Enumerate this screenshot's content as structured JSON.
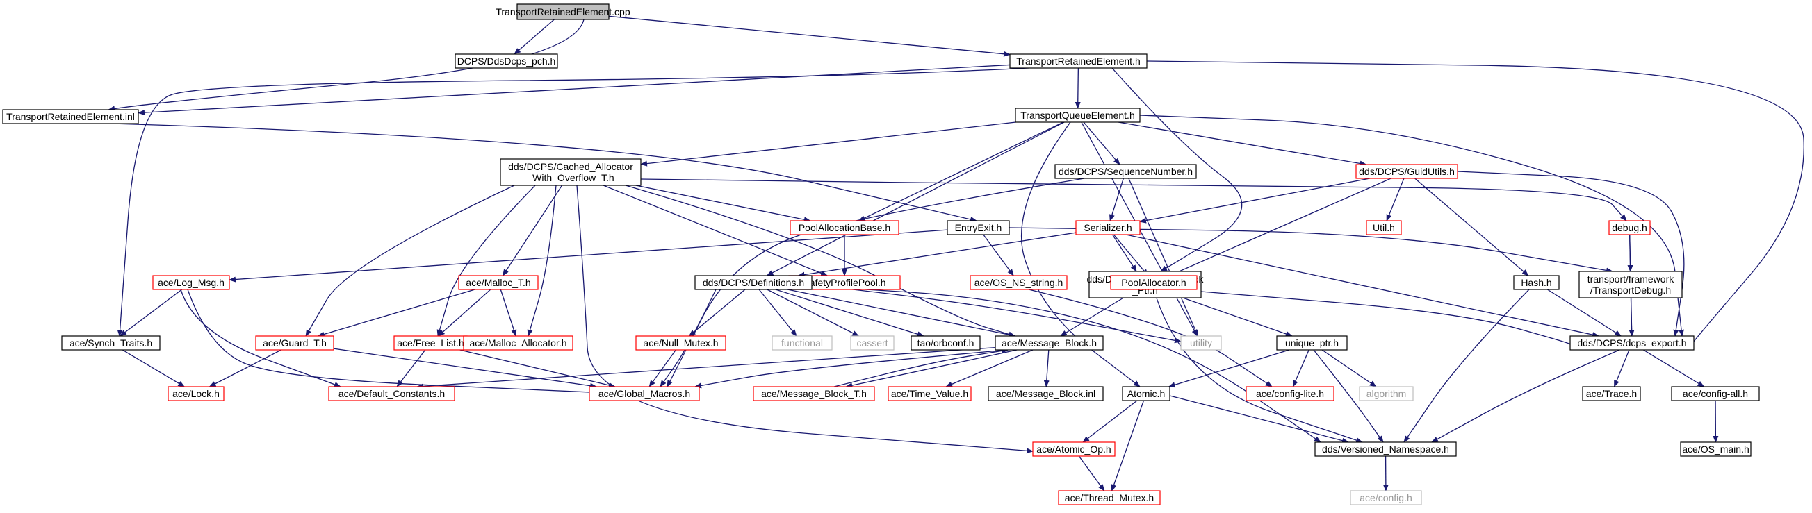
{
  "colors": {
    "edge": "#191970",
    "border_normal": "#000000",
    "border_truncated": "#ff0000",
    "border_system": "#bfbfbf",
    "root_fill": "#bfbfbf",
    "text": "#000000",
    "text_system": "#999999"
  },
  "nodes": {
    "root": {
      "label": "TransportRetainedElement.cpp",
      "kind": "root"
    },
    "ddsdcps_pch": {
      "label": "DCPS/DdsDcps_pch.h",
      "kind": "normal"
    },
    "tre_h": {
      "label": "TransportRetainedElement.h",
      "kind": "normal"
    },
    "tre_inl": {
      "label": "TransportRetainedElement.inl",
      "kind": "normal"
    },
    "tqe_h": {
      "label": "TransportQueueElement.h",
      "kind": "normal"
    },
    "cached_alloc": {
      "label": [
        "dds/DCPS/Cached_Allocator",
        "_With_Overflow_T.h"
      ],
      "kind": "normal"
    },
    "seqnum": {
      "label": "dds/DCPS/SequenceNumber.h",
      "kind": "normal"
    },
    "guidutils": {
      "label": "dds/DCPS/GuidUtils.h",
      "kind": "truncated"
    },
    "poolallocbase": {
      "label": "PoolAllocationBase.h",
      "kind": "truncated"
    },
    "entryexit": {
      "label": "EntryExit.h",
      "kind": "normal"
    },
    "serializer": {
      "label": "Serializer.h",
      "kind": "truncated"
    },
    "util": {
      "label": "Util.h",
      "kind": "truncated"
    },
    "debug": {
      "label": "debug.h",
      "kind": "truncated"
    },
    "log_msg": {
      "label": "ace/Log_Msg.h",
      "kind": "truncated"
    },
    "malloc_t": {
      "label": "ace/Malloc_T.h",
      "kind": "truncated"
    },
    "safetyprofilepool": {
      "label": "SafetyProfilePool.h",
      "kind": "truncated"
    },
    "definitions": {
      "label": "dds/DCPS/Definitions.h",
      "kind": "normal"
    },
    "os_ns_string": {
      "label": "ace/OS_NS_string.h",
      "kind": "truncated"
    },
    "message_block_ptr": {
      "label": [
        "dds/DCPS/Message_Block",
        "_Ptr.h"
      ],
      "kind": "normal"
    },
    "poolallocator": {
      "label": "PoolAllocator.h",
      "kind": "truncated"
    },
    "hash": {
      "label": "Hash.h",
      "kind": "normal"
    },
    "transportdebug": {
      "label": [
        "transport/framework",
        "/TransportDebug.h"
      ],
      "kind": "normal"
    },
    "synch_traits": {
      "label": "ace/Synch_Traits.h",
      "kind": "normal"
    },
    "guard_t": {
      "label": "ace/Guard_T.h",
      "kind": "truncated"
    },
    "free_list": {
      "label": "ace/Free_List.h",
      "kind": "truncated"
    },
    "malloc_allocator": {
      "label": "ace/Malloc_Allocator.h",
      "kind": "truncated"
    },
    "null_mutex": {
      "label": "ace/Null_Mutex.h",
      "kind": "truncated"
    },
    "functional": {
      "label": "functional",
      "kind": "system"
    },
    "cassert": {
      "label": "cassert",
      "kind": "system"
    },
    "orbconf": {
      "label": "tao/orbconf.h",
      "kind": "normal"
    },
    "message_block": {
      "label": "ace/Message_Block.h",
      "kind": "normal"
    },
    "utility": {
      "label": "utility",
      "kind": "system"
    },
    "unique_ptr": {
      "label": "unique_ptr.h",
      "kind": "normal"
    },
    "dcps_export": {
      "label": "dds/DCPS/dcps_export.h",
      "kind": "normal"
    },
    "lock": {
      "label": "ace/Lock.h",
      "kind": "truncated"
    },
    "default_constants": {
      "label": "ace/Default_Constants.h",
      "kind": "truncated"
    },
    "global_macros": {
      "label": "ace/Global_Macros.h",
      "kind": "truncated"
    },
    "message_block_t": {
      "label": "ace/Message_Block_T.h",
      "kind": "truncated"
    },
    "time_value": {
      "label": "ace/Time_Value.h",
      "kind": "truncated"
    },
    "message_block_inl": {
      "label": "ace/Message_Block.inl",
      "kind": "normal"
    },
    "atomic": {
      "label": "Atomic.h",
      "kind": "normal"
    },
    "config_lite": {
      "label": "ace/config-lite.h",
      "kind": "truncated"
    },
    "algorithm": {
      "label": "algorithm",
      "kind": "system"
    },
    "trace": {
      "label": "ace/Trace.h",
      "kind": "normal"
    },
    "config_all": {
      "label": "ace/config-all.h",
      "kind": "normal"
    },
    "atomic_op": {
      "label": "ace/Atomic_Op.h",
      "kind": "truncated"
    },
    "versioned_ns": {
      "label": "dds/Versioned_Namespace.h",
      "kind": "normal"
    },
    "os_main": {
      "label": "ace/OS_main.h",
      "kind": "normal"
    },
    "thread_mutex": {
      "label": "ace/Thread_Mutex.h",
      "kind": "truncated"
    },
    "config_h": {
      "label": "ace/config.h",
      "kind": "system"
    }
  },
  "edges": [
    [
      "root",
      "ddsdcps_pch"
    ],
    [
      "root",
      "tre_h"
    ],
    [
      "root",
      "tre_inl"
    ],
    [
      "tre_h",
      "tre_inl"
    ],
    [
      "tre_h",
      "synch_traits"
    ],
    [
      "tre_h",
      "tqe_h"
    ],
    [
      "tre_h",
      "message_block_ptr"
    ],
    [
      "tre_h",
      "dcps_export"
    ],
    [
      "tre_inl",
      "entryexit"
    ],
    [
      "tqe_h",
      "cached_alloc"
    ],
    [
      "tqe_h",
      "seqnum"
    ],
    [
      "tqe_h",
      "guidutils"
    ],
    [
      "tqe_h",
      "poolallocbase"
    ],
    [
      "tqe_h",
      "definitions"
    ],
    [
      "tqe_h",
      "utility"
    ],
    [
      "tqe_h",
      "atomic"
    ],
    [
      "tqe_h",
      "dcps_export"
    ],
    [
      "cached_alloc",
      "poolallocbase"
    ],
    [
      "cached_alloc",
      "safetyprofilepool"
    ],
    [
      "cached_alloc",
      "debug"
    ],
    [
      "cached_alloc",
      "malloc_t"
    ],
    [
      "cached_alloc",
      "guard_t"
    ],
    [
      "cached_alloc",
      "free_list"
    ],
    [
      "cached_alloc",
      "malloc_allocator"
    ],
    [
      "cached_alloc",
      "message_block"
    ],
    [
      "cached_alloc",
      "atomic_op"
    ],
    [
      "seqnum",
      "serializer"
    ],
    [
      "seqnum",
      "global_macros"
    ],
    [
      "seqnum",
      "utility"
    ],
    [
      "guidutils",
      "serializer"
    ],
    [
      "guidutils",
      "util"
    ],
    [
      "guidutils",
      "poolallocator"
    ],
    [
      "guidutils",
      "hash"
    ],
    [
      "guidutils",
      "dcps_export"
    ],
    [
      "poolallocbase",
      "safetyprofilepool"
    ],
    [
      "entryexit",
      "log_msg"
    ],
    [
      "entryexit",
      "os_ns_string"
    ],
    [
      "entryexit",
      "transportdebug"
    ],
    [
      "serializer",
      "definitions"
    ],
    [
      "serializer",
      "message_block_ptr"
    ],
    [
      "serializer",
      "poolallocator"
    ],
    [
      "serializer",
      "dcps_export"
    ],
    [
      "debug",
      "transportdebug"
    ],
    [
      "debug",
      "dcps_export"
    ],
    [
      "log_msg",
      "synch_traits"
    ],
    [
      "log_msg",
      "default_constants"
    ],
    [
      "log_msg",
      "global_macros"
    ],
    [
      "malloc_t",
      "guard_t"
    ],
    [
      "malloc_t",
      "free_list"
    ],
    [
      "malloc_t",
      "malloc_allocator"
    ],
    [
      "definitions",
      "null_mutex"
    ],
    [
      "definitions",
      "functional"
    ],
    [
      "definitions",
      "cassert"
    ],
    [
      "definitions",
      "orbconf"
    ],
    [
      "definitions",
      "message_block"
    ],
    [
      "definitions",
      "global_macros"
    ],
    [
      "definitions",
      "utility"
    ],
    [
      "definitions",
      "versioned_ns"
    ],
    [
      "os_ns_string",
      "config_lite"
    ],
    [
      "message_block_ptr",
      "message_block"
    ],
    [
      "message_block_ptr",
      "unique_ptr"
    ],
    [
      "message_block_ptr",
      "dcps_export"
    ],
    [
      "poolallocator",
      "versioned_ns"
    ],
    [
      "hash",
      "dcps_export"
    ],
    [
      "hash",
      "versioned_ns"
    ],
    [
      "transportdebug",
      "dcps_export"
    ],
    [
      "synch_traits",
      "lock"
    ],
    [
      "guard_t",
      "lock"
    ],
    [
      "guard_t",
      "global_macros"
    ],
    [
      "free_list",
      "default_constants"
    ],
    [
      "free_list",
      "global_macros"
    ],
    [
      "null_mutex",
      "global_macros"
    ],
    [
      "message_block",
      "default_constants"
    ],
    [
      "message_block",
      "global_macros"
    ],
    [
      "message_block",
      "message_block_t"
    ],
    [
      "message_block",
      "time_value"
    ],
    [
      "message_block",
      "message_block_inl"
    ],
    [
      "message_block_t",
      "message_block"
    ],
    [
      "unique_ptr",
      "atomic"
    ],
    [
      "unique_ptr",
      "config_lite"
    ],
    [
      "unique_ptr",
      "algorithm"
    ],
    [
      "unique_ptr",
      "versioned_ns"
    ],
    [
      "dcps_export",
      "trace"
    ],
    [
      "dcps_export",
      "config_all"
    ],
    [
      "dcps_export",
      "versioned_ns"
    ],
    [
      "atomic",
      "atomic_op"
    ],
    [
      "atomic",
      "thread_mutex"
    ],
    [
      "atomic",
      "versioned_ns"
    ],
    [
      "atomic_op",
      "thread_mutex"
    ],
    [
      "config_all",
      "os_main"
    ],
    [
      "versioned_ns",
      "config_h"
    ]
  ]
}
